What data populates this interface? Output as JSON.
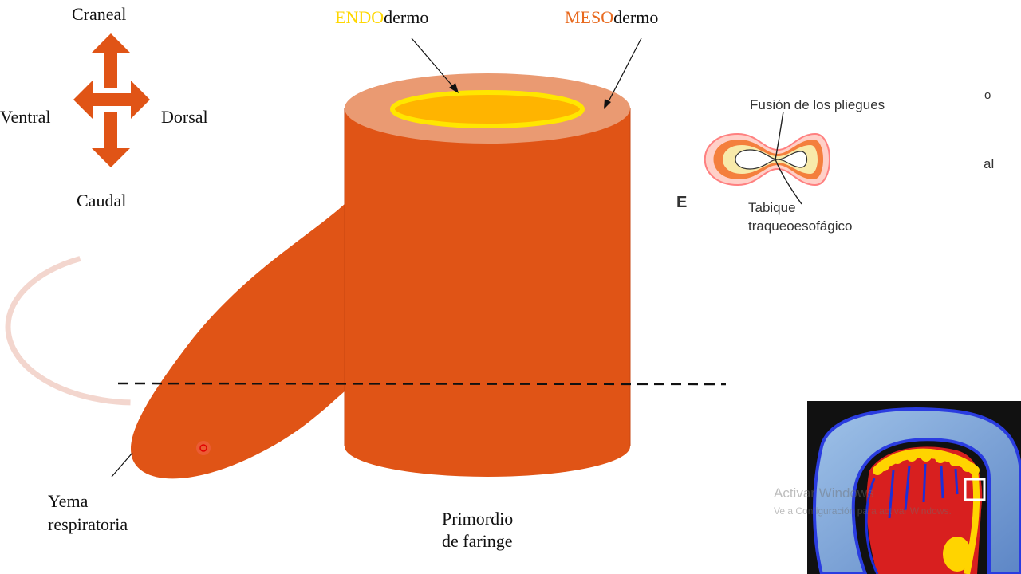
{
  "colors": {
    "tissue": "#E05416",
    "mesoderm_top": "#EA9A72",
    "endoderm_ring": "#FFE600",
    "endoderm_fill": "#FFB400",
    "meso_text": "#E86A1F",
    "endo_text": "#FFD700"
  },
  "directions": {
    "cranial": "Craneal",
    "caudal": "Caudal",
    "ventral": "Ventral",
    "dorsal": "Dorsal"
  },
  "layers": {
    "endo_prefix": "ENDO",
    "endo_suffix": "dermo",
    "meso_prefix": "MESO",
    "meso_suffix": "dermo"
  },
  "labels": {
    "bud_line1": "Yema",
    "bud_line2": "respiratoria",
    "pharynx_line1": "Primordio",
    "pharynx_line2": "de faringe"
  },
  "inset": {
    "fusion_label": "Fusión de los pliegues",
    "septum_line1": "Tabique",
    "septum_line2": "traqueoesofágico",
    "panel_letter": "E",
    "cut_a": "o",
    "cut_b": "al"
  },
  "watermark": {
    "title": "Activar Windows",
    "subtitle": "Ve a Configuración para activar Windows."
  }
}
